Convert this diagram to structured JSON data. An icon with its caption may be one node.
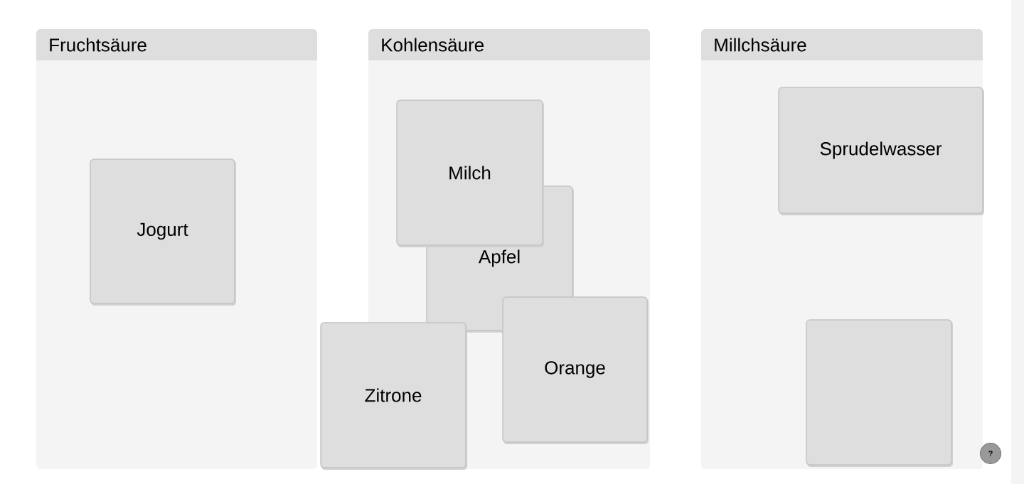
{
  "diagram": {
    "nodes": [
      {
        "text": [
          "Fruchtsäure"
        ]
      },
      {
        "text": [
          "Jogurt"
        ],
        "in": 0
      },
      {
        "text": [
          "Kohlensäure"
        ]
      },
      {
        "text": [
          "Milch"
        ],
        "in": 2
      },
      {
        "text": [
          "Apfel"
        ],
        "in": 2
      },
      {
        "text": [
          "Zitrone"
        ]
      },
      {
        "text": [
          "Orange"
        ],
        "in": 2
      },
      {
        "text": [
          "Millchsäure"
        ]
      },
      {
        "text": [
          "Sprudelwasser"
        ],
        "in": 7
      },
      {
        "text": [],
        "shape": "box",
        "in": 7
      }
    ],
    "labels": [
      "?"
    ]
  }
}
